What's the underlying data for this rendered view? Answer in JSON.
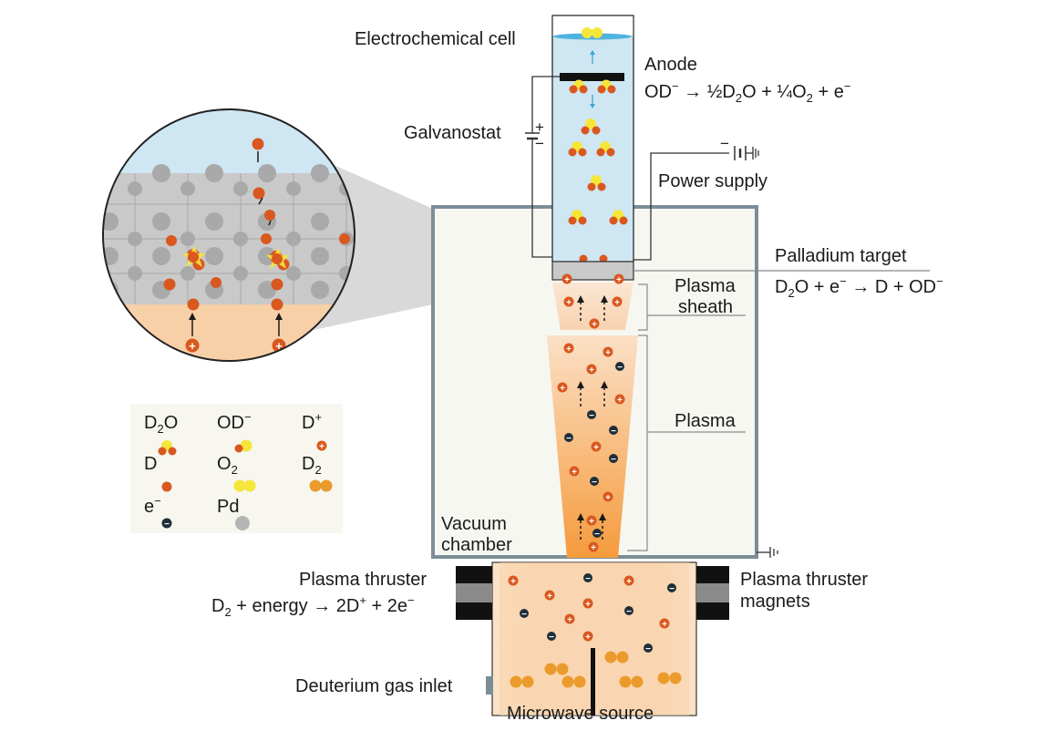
{
  "labels": {
    "electrochemical_cell": "Electrochemical cell",
    "anode": "Anode",
    "anode_reaction": {
      "a": "OD",
      "a_sup": "−",
      "arrow": " → ½D",
      "b_sub": "2",
      "c": "O + ¼O",
      "d_sub": "2",
      "e": " + e",
      "e_sup": "−"
    },
    "galvanostat": "Galvanostat",
    "power_supply": "Power supply",
    "palladium_target": "Palladium target",
    "target_reaction": {
      "a": "D",
      "a_sub": "2",
      "b": "O + e",
      "b_sup": "−",
      "c": " → D + OD",
      "c_sup": "−"
    },
    "plasma_sheath_1": "Plasma",
    "plasma_sheath_2": "sheath",
    "plasma": "Plasma",
    "vacuum_chamber_1": "Vacuum",
    "vacuum_chamber_2": "chamber",
    "plasma_thruster": "Plasma thruster",
    "thruster_reaction": {
      "a": "D",
      "a_sub": "2",
      "b": " + energy → 2D",
      "b_sup": "+",
      "c": " + 2e",
      "c_sup": "−"
    },
    "thruster_magnets_1": "Plasma thruster",
    "thruster_magnets_2": "magnets",
    "gas_inlet": "Deuterium gas inlet",
    "microwave_source": "Microwave source",
    "plus": "+",
    "minus": "−"
  },
  "legend": {
    "d2o": {
      "main": "D",
      "sub": "2",
      "tail": "O"
    },
    "od": {
      "main": "OD",
      "sup": "−"
    },
    "dplus": {
      "main": "D",
      "sup": "+"
    },
    "d": {
      "main": "D"
    },
    "o2": {
      "main": "O",
      "sub": "2"
    },
    "d2": {
      "main": "D",
      "sub": "2"
    },
    "electron": {
      "main": "e",
      "sup": "−"
    },
    "pd": {
      "main": "Pd"
    }
  },
  "colors": {
    "cell_liquid": "#cfe6f3",
    "deuterium": "#d9581f",
    "oxygen": "#f5e63a",
    "d2_molecule": "#eb9b2c",
    "electron": "#1f2f3a",
    "palladium": "#b5b5b5",
    "chamber_border": "#7b8e97",
    "legend_bg": "#f7f7ef",
    "plasma_light": "#fbe0c6",
    "plasma_dark": "#f59b3d"
  }
}
